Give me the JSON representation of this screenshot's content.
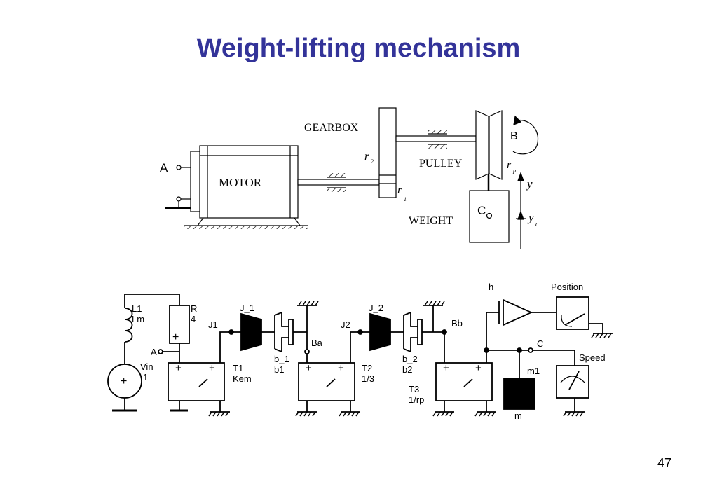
{
  "slide": {
    "title": "Weight-lifting mechanism",
    "title_color": "#333399",
    "page_number": "47"
  },
  "mechanism": {
    "gearbox_label": "GEARBOX",
    "motor_label": "MOTOR",
    "pulley_label": "PULLEY",
    "weight_label": "WEIGHT",
    "point_a": "A",
    "point_b": "B",
    "point_c": "C",
    "r2": "r",
    "r2_sub": "2",
    "r1": "r",
    "r1_sub": "1",
    "rp": "r",
    "rp_sub": "p",
    "y": "y",
    "yc": "y",
    "yc_sub": "c"
  },
  "schematic": {
    "l1": "L1",
    "lm": "Lm",
    "r": "R",
    "r_value": "4",
    "vin": "Vin",
    "vin_value": "1",
    "a": "A",
    "j1": "J1",
    "j_1": "J_1",
    "t1": "T1",
    "kem": "Kem",
    "b_1": "b_1",
    "b1": "b1",
    "ba": "Ba",
    "j2": "J2",
    "j_2": "J_2",
    "t2": "T2",
    "ratio": "1/3",
    "b_2": "b_2",
    "b2": "b2",
    "bb": "Bb",
    "t3": "T3",
    "rp": "1/rp",
    "h": "h",
    "position": "Position",
    "c": "C",
    "m1": "m1",
    "m": "m",
    "speed": "Speed",
    "plus": "+",
    "slash": "/"
  }
}
